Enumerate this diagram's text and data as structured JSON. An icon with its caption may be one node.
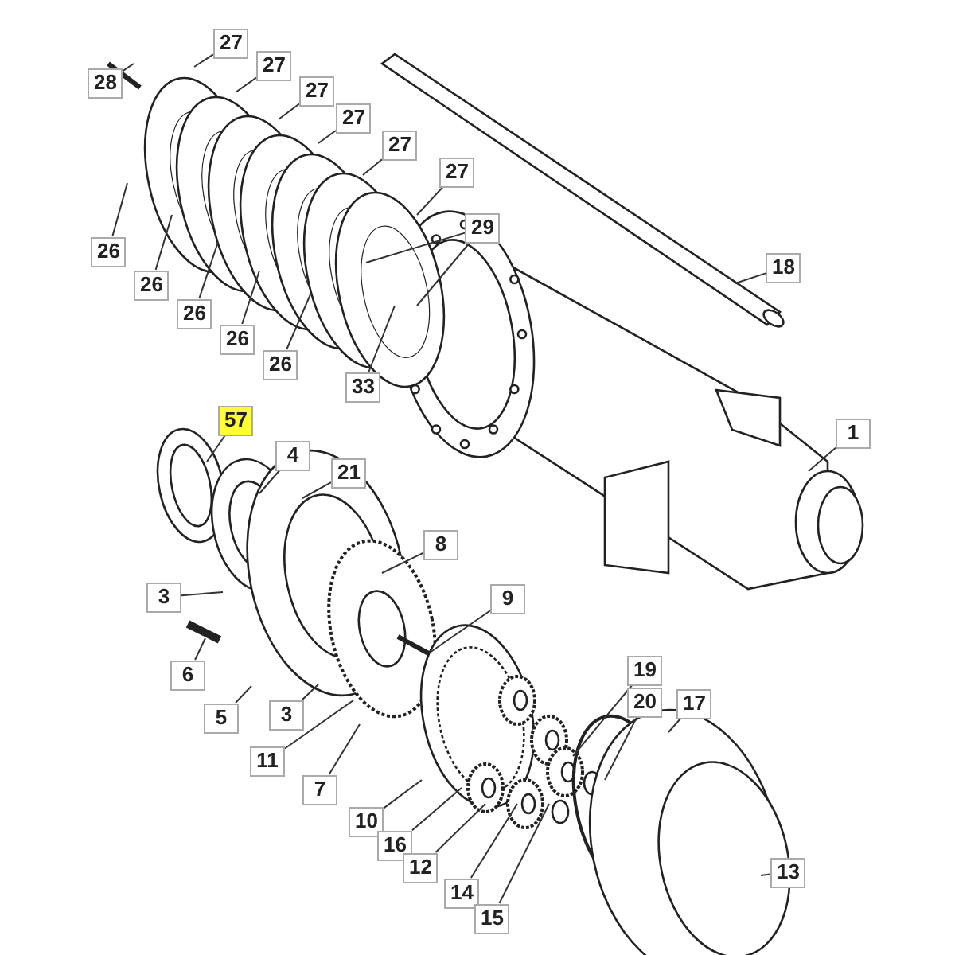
{
  "diagram": {
    "nodes": [
      {
        "text": [
          "27"
        ]
      },
      {
        "text": [
          "28"
        ]
      },
      {
        "text": [
          "27"
        ]
      },
      {
        "text": [
          "27"
        ]
      },
      {
        "text": [
          "27"
        ]
      },
      {
        "text": [
          "27"
        ]
      },
      {
        "text": [
          "27"
        ]
      },
      {
        "text": [
          "29"
        ]
      },
      {
        "text": [
          "18"
        ]
      },
      {
        "text": [
          "26"
        ]
      },
      {
        "text": [
          "26"
        ]
      },
      {
        "text": [
          "26"
        ]
      },
      {
        "text": [
          "26"
        ]
      },
      {
        "text": [
          "26"
        ]
      },
      {
        "text": [
          "33"
        ]
      },
      {
        "text": [
          "57"
        ]
      },
      {
        "text": [
          "4"
        ]
      },
      {
        "text": [
          "21"
        ]
      },
      {
        "text": [
          "1"
        ]
      },
      {
        "text": [
          "8"
        ]
      },
      {
        "text": [
          "3"
        ]
      },
      {
        "text": [
          "9"
        ]
      },
      {
        "text": [
          "6"
        ]
      },
      {
        "text": [
          "19"
        ]
      },
      {
        "text": [
          "20"
        ]
      },
      {
        "text": [
          "17"
        ]
      },
      {
        "text": [
          "5"
        ]
      },
      {
        "text": [
          "3"
        ]
      },
      {
        "text": [
          "11"
        ]
      },
      {
        "text": [
          "7"
        ]
      },
      {
        "text": [
          "10"
        ]
      },
      {
        "text": [
          "16"
        ]
      },
      {
        "text": [
          "12"
        ]
      },
      {
        "text": [
          "14"
        ]
      },
      {
        "text": [
          "15"
        ]
      },
      {
        "text": [
          "13"
        ]
      }
    ],
    "edges": [
      {
        "from": 0,
        "to": null,
        "arrow": "none"
      },
      {
        "from": 1,
        "to": null,
        "arrow": "none"
      },
      {
        "from": 2,
        "to": null,
        "arrow": "none"
      },
      {
        "from": 3,
        "to": null,
        "arrow": "none"
      },
      {
        "from": 4,
        "to": null,
        "arrow": "none"
      },
      {
        "from": 5,
        "to": null,
        "arrow": "none"
      },
      {
        "from": 6,
        "to": null,
        "arrow": "none"
      },
      {
        "from": 7,
        "to": null,
        "arrow": "none"
      },
      {
        "from": 7,
        "to": null,
        "arrow": "none"
      },
      {
        "from": 8,
        "to": null,
        "arrow": "none"
      },
      {
        "from": 9,
        "to": null,
        "arrow": "none"
      },
      {
        "from": 10,
        "to": null,
        "arrow": "none"
      },
      {
        "from": 11,
        "to": null,
        "arrow": "none"
      },
      {
        "from": 12,
        "to": null,
        "arrow": "none"
      },
      {
        "from": 13,
        "to": null,
        "arrow": "none"
      },
      {
        "from": 14,
        "to": null,
        "arrow": "none"
      },
      {
        "from": 15,
        "to": null,
        "arrow": "none"
      },
      {
        "from": 16,
        "to": null,
        "arrow": "none"
      },
      {
        "from": 17,
        "to": null,
        "arrow": "none"
      },
      {
        "from": 18,
        "to": null,
        "arrow": "none"
      },
      {
        "from": 19,
        "to": null,
        "arrow": "none"
      },
      {
        "from": 20,
        "to": null,
        "arrow": "none"
      },
      {
        "from": 21,
        "to": null,
        "arrow": "none"
      },
      {
        "from": 22,
        "to": null,
        "arrow": "none"
      },
      {
        "from": 23,
        "to": null,
        "arrow": "none"
      },
      {
        "from": 24,
        "to": null,
        "arrow": "none"
      },
      {
        "from": 25,
        "to": null,
        "arrow": "none"
      },
      {
        "from": 26,
        "to": null,
        "arrow": "none"
      },
      {
        "from": 27,
        "to": null,
        "arrow": "none"
      },
      {
        "from": 28,
        "to": null,
        "arrow": "none"
      },
      {
        "from": 29,
        "to": null,
        "arrow": "none"
      },
      {
        "from": 30,
        "to": null,
        "arrow": "none"
      },
      {
        "from": 31,
        "to": null,
        "arrow": "none"
      },
      {
        "from": 32,
        "to": null,
        "arrow": "none"
      },
      {
        "from": 33,
        "to": null,
        "arrow": "none"
      },
      {
        "from": 34,
        "to": null,
        "arrow": "none"
      },
      {
        "from": 35,
        "to": null,
        "arrow": "none"
      }
    ]
  }
}
